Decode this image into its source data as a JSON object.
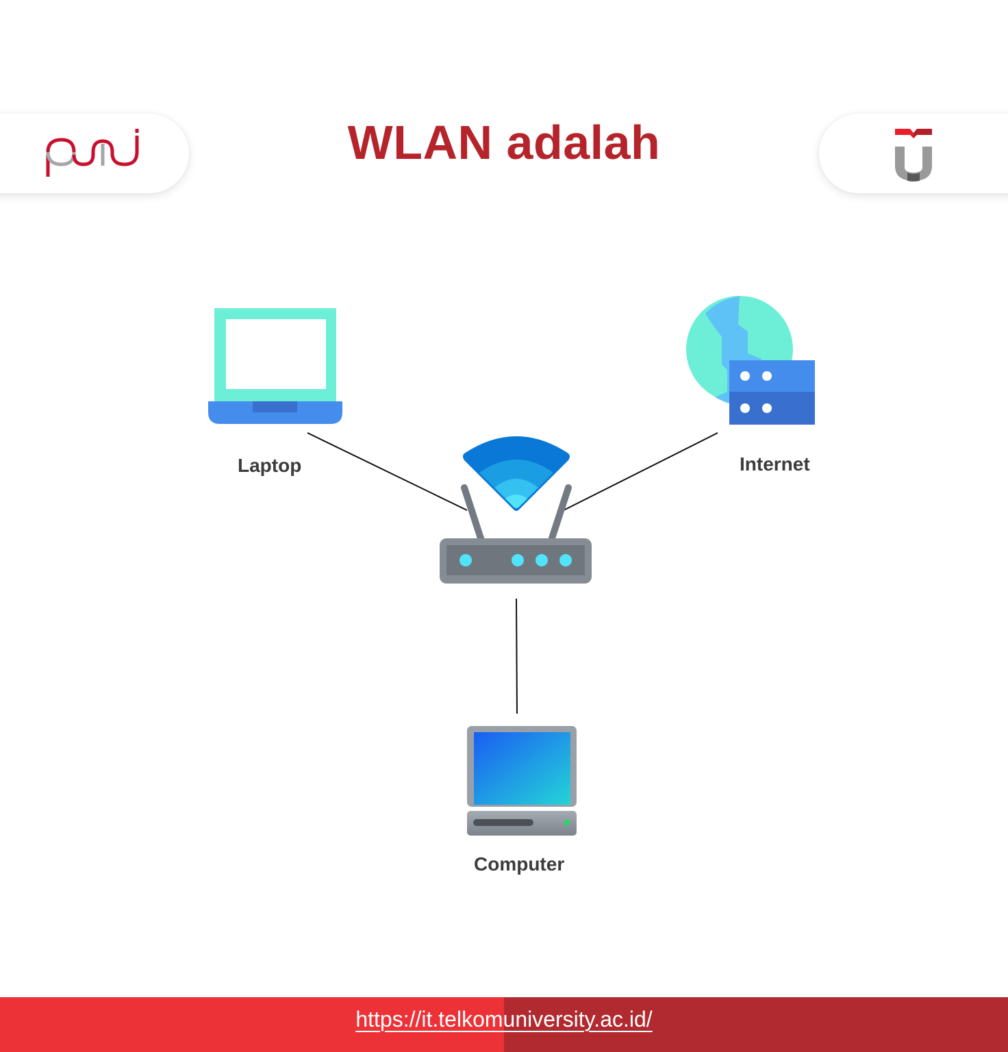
{
  "header": {
    "title": "WLAN adalah",
    "left_logo": "puni-logo",
    "right_logo": "telkom-university-logo"
  },
  "diagram": {
    "nodes": [
      {
        "id": "laptop",
        "label": "Laptop",
        "icon": "laptop-icon"
      },
      {
        "id": "internet",
        "label": "Internet",
        "icon": "globe-server-icon"
      },
      {
        "id": "router",
        "label": "",
        "icon": "wifi-router-icon"
      },
      {
        "id": "computer",
        "label": "Computer",
        "icon": "desktop-computer-icon"
      }
    ],
    "edges": [
      {
        "from": "laptop",
        "to": "router"
      },
      {
        "from": "internet",
        "to": "router"
      },
      {
        "from": "router",
        "to": "computer"
      }
    ]
  },
  "footer": {
    "url": "https://it.telkomuniversity.ac.id/"
  },
  "colors": {
    "title_red": "#b5242b",
    "footer_left": "#ec3237",
    "footer_right": "#b12a30",
    "teal": "#6deed6",
    "blue": "#458ded",
    "dark_blue": "#3970cf",
    "router_gray": "#7a8189"
  }
}
